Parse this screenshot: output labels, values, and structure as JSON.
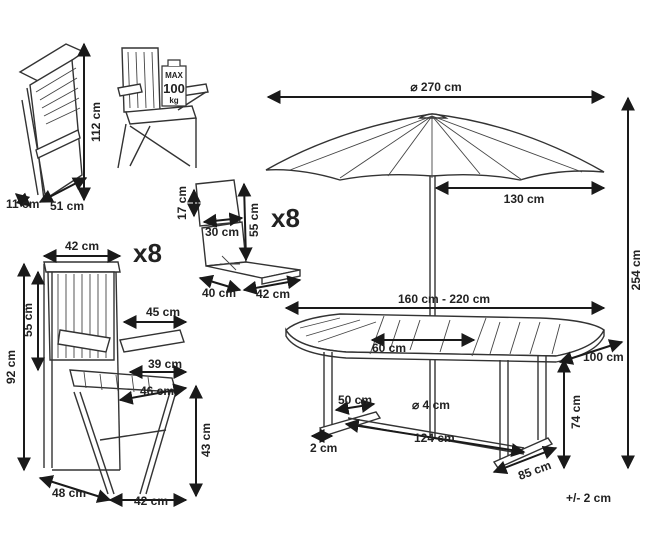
{
  "chairs_folded": {
    "height": "112 cm",
    "depth": "11 cm",
    "width": "51 cm"
  },
  "chair_open": {
    "max_label": "MAX",
    "max_value": "100",
    "max_unit": "kg"
  },
  "cushion": {
    "h1": "17 cm",
    "h2": "55 cm",
    "w1": "30 cm",
    "w2": "40 cm",
    "w3": "42 cm",
    "qty": "x8"
  },
  "chair_main": {
    "qty": "x8",
    "top_width": "42 cm",
    "back_height": "55 cm",
    "total_height": "92 cm",
    "arm_depth": "45 cm",
    "seat_width": "39 cm",
    "seat_depth": "46 cm",
    "seat_height": "43 cm",
    "base_depth": "48 cm",
    "base_width": "42 cm"
  },
  "umbrella": {
    "diameter": "⌀ 270 cm",
    "radius": "130 cm",
    "total_height": "254 cm"
  },
  "table": {
    "length": "160 cm - 220 cm",
    "extension": "60 cm",
    "width": "100 cm",
    "leg_gap": "50 cm",
    "pole_hole": "⌀ 4 cm",
    "foot": "2 cm",
    "base_length": "124 cm",
    "base_width": "85 cm",
    "height": "74 cm"
  },
  "tolerance": "+/- 2 cm"
}
